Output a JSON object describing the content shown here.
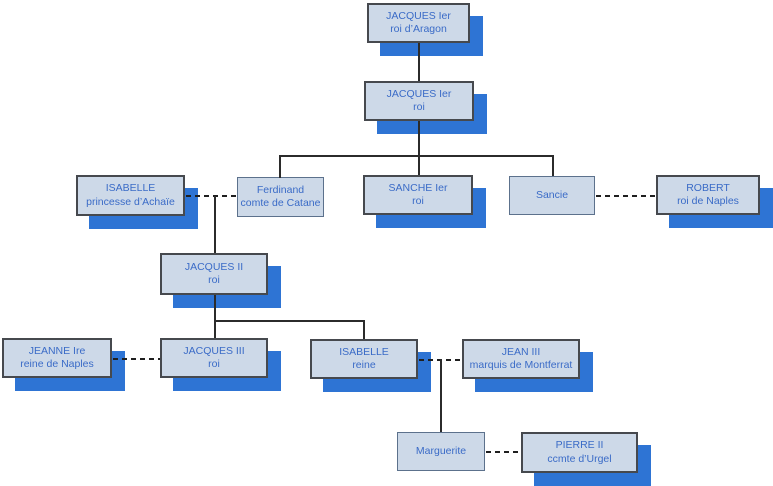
{
  "diagram": {
    "type": "family-tree",
    "nodes": [
      {
        "id": "jacques-ier-aragon",
        "name": "JACQUES Ier",
        "title": "roi d’Aragon"
      },
      {
        "id": "jacques-ier-roi",
        "name": "JACQUES Ier",
        "title": "roi"
      },
      {
        "id": "isabelle-achaie",
        "name": "ISABELLE",
        "title": "princesse d’Achaïe"
      },
      {
        "id": "ferdinand",
        "name": "Ferdinand",
        "title": "comte de Catane"
      },
      {
        "id": "sanche-ier",
        "name": "SANCHE Ier",
        "title": "roi"
      },
      {
        "id": "sancie",
        "name": "Sancie",
        "title": ""
      },
      {
        "id": "robert",
        "name": "ROBERT",
        "title": "roi de Naples"
      },
      {
        "id": "jacques-ii",
        "name": "JACQUES II",
        "title": "roi"
      },
      {
        "id": "jeanne-ire",
        "name": "JEANNE Ire",
        "title": "reine de Naples"
      },
      {
        "id": "jacques-iii",
        "name": "JACQUES III",
        "title": "roi"
      },
      {
        "id": "isabelle-reine",
        "name": "ISABELLE",
        "title": "reine"
      },
      {
        "id": "jean-iii",
        "name": "JEAN III",
        "title": "marquis de Montferrat"
      },
      {
        "id": "marguerite",
        "name": "Marguerite",
        "title": ""
      },
      {
        "id": "pierre-ii",
        "name": "PIERRE II",
        "title": "ccmte d’Urgel"
      }
    ],
    "edges": [
      {
        "type": "descent",
        "from": "jacques-ier-aragon",
        "to": "jacques-ier-roi"
      },
      {
        "type": "descent",
        "from": "jacques-ier-roi",
        "to": "ferdinand"
      },
      {
        "type": "descent",
        "from": "jacques-ier-roi",
        "to": "sanche-ier"
      },
      {
        "type": "descent",
        "from": "jacques-ier-roi",
        "to": "sancie"
      },
      {
        "type": "marriage",
        "a": "isabelle-achaie",
        "b": "ferdinand"
      },
      {
        "type": "marriage",
        "a": "sancie",
        "b": "robert"
      },
      {
        "type": "child-of-marriage",
        "parents": [
          "isabelle-achaie",
          "ferdinand"
        ],
        "child": "jacques-ii"
      },
      {
        "type": "descent",
        "from": "jacques-ii",
        "to": "jacques-iii"
      },
      {
        "type": "descent",
        "from": "jacques-ii",
        "to": "isabelle-reine"
      },
      {
        "type": "marriage",
        "a": "jeanne-ire",
        "b": "jacques-iii"
      },
      {
        "type": "marriage",
        "a": "isabelle-reine",
        "b": "jean-iii"
      },
      {
        "type": "child-of-marriage",
        "parents": [
          "isabelle-reine",
          "jean-iii"
        ],
        "child": "marguerite"
      },
      {
        "type": "marriage",
        "a": "marguerite",
        "b": "pierre-ii"
      }
    ],
    "colors": {
      "node_fill": "#cdd9e8",
      "node_border": "#46494e",
      "node_border_plain": "#5c718c",
      "shadow_blue": "#2e74d4",
      "text_blue": "#3a6bc7",
      "line": "#2b2b2b",
      "background": "#ffffff"
    }
  }
}
